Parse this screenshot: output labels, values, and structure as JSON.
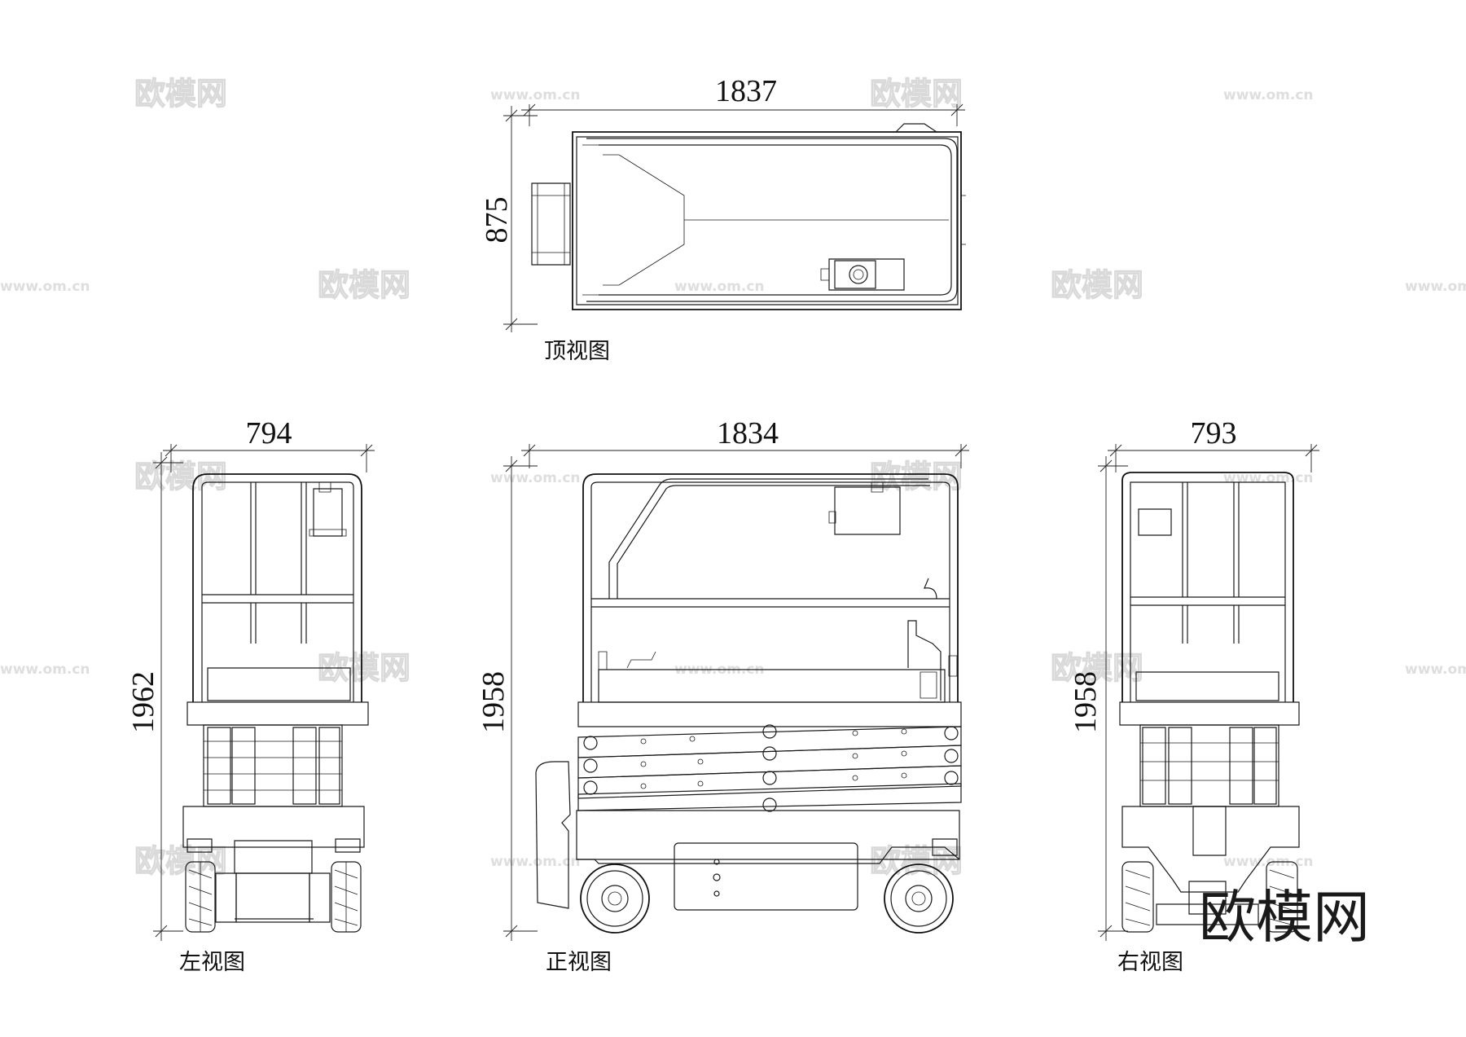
{
  "watermark": {
    "brand": "欧模网",
    "url": "www.om.cn"
  },
  "views": {
    "top": {
      "label": "顶视图",
      "width": "1837",
      "depth": "875"
    },
    "left": {
      "label": "左视图",
      "width": "794",
      "height": "1962"
    },
    "front": {
      "label": "正视图",
      "width": "1834",
      "height": "1958"
    },
    "right": {
      "label": "右视图",
      "width": "793",
      "height": "1958"
    }
  }
}
